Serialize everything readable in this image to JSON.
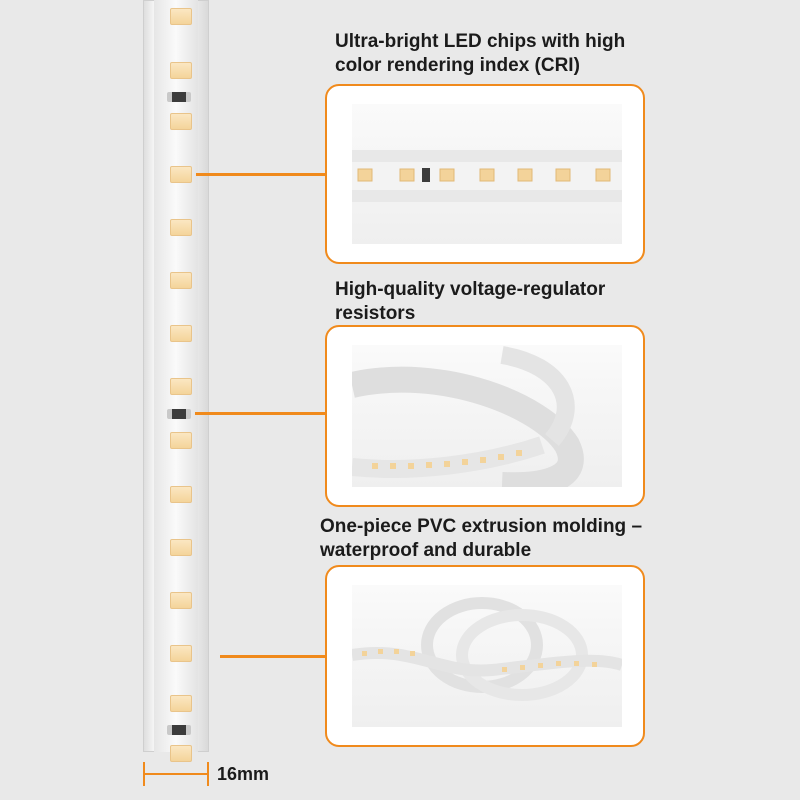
{
  "callouts": [
    {
      "lines": [
        "Ultra-bright LED chips with high",
        "color rendering index (CRI)"
      ]
    },
    {
      "lines": [
        "High-quality voltage-regulator",
        "resistors"
      ]
    },
    {
      "lines": [
        "One-piece PVC extrusion molding –",
        "waterproof and durable"
      ]
    }
  ],
  "dimension": {
    "label": "16mm"
  },
  "colors": {
    "accent": "#f08a1c",
    "background": "#e9e9e9",
    "led_chip": "#f4d49a"
  }
}
